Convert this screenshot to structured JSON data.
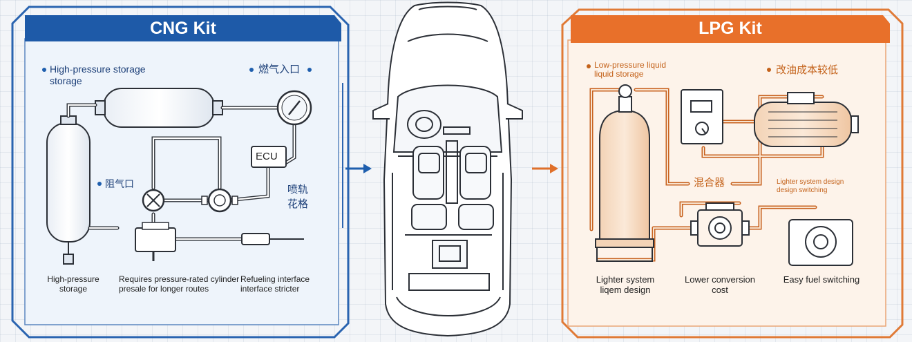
{
  "cng": {
    "title": "CNG Kit",
    "label_storage_1": "High-pressure storage",
    "label_storage_2": "storage",
    "label_gas_inlet": "燃气入口",
    "label_ecu": "ECU",
    "label_vent": "阻气口",
    "label_injector_1": "喷轨",
    "label_injector_2": "花格",
    "bottom_1_a": "High-pressure",
    "bottom_1_b": "storage",
    "bottom_2_a": "Requires pressure-rated cylinder",
    "bottom_2_b": "presale for longer routes",
    "bottom_3_a": "Refueling interface",
    "bottom_3_b": "interface stricter"
  },
  "lpg": {
    "title": "LPG Kit",
    "label_storage_1": "Low-pressure liquid",
    "label_storage_2": "liquid storage",
    "label_cost": "改油成本较低",
    "label_mixer": "混合器",
    "label_design_1": "Lighter system design",
    "label_design_2": "design switching",
    "bottom_1_a": "Lighter system",
    "bottom_1_b": "liqem design",
    "bottom_2_a": "Lower conversion",
    "bottom_2_b": "cost",
    "bottom_3_a": "Easy fuel switching"
  },
  "colors": {
    "cng_accent": "#1f5fae",
    "lpg_accent": "#e0702a",
    "cng_bg": "#eaf2fb",
    "lpg_bg": "#fdf1e6"
  }
}
